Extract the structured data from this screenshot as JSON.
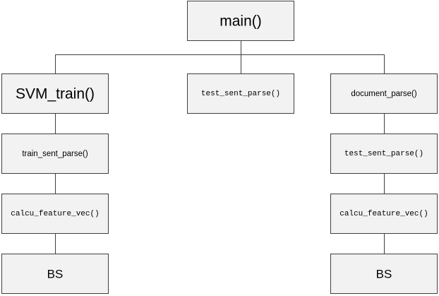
{
  "nodes": {
    "main": "main()",
    "svm_train": "SVM_train()",
    "test_sent_parse_top": "test_sent_parse()",
    "document_parse": "document_parse()",
    "train_sent_parse": "train_sent_parse()",
    "test_sent_parse_right": "test_sent_parse()",
    "calcu_feature_vec_left": "calcu_feature_vec()",
    "calcu_feature_vec_right": "calcu_feature_vec()",
    "bs_left": "BS",
    "bs_right": "BS"
  },
  "colors": {
    "box_fill": "#f2f2f2",
    "box_stroke": "#3f3f3f",
    "text": "#000000"
  }
}
